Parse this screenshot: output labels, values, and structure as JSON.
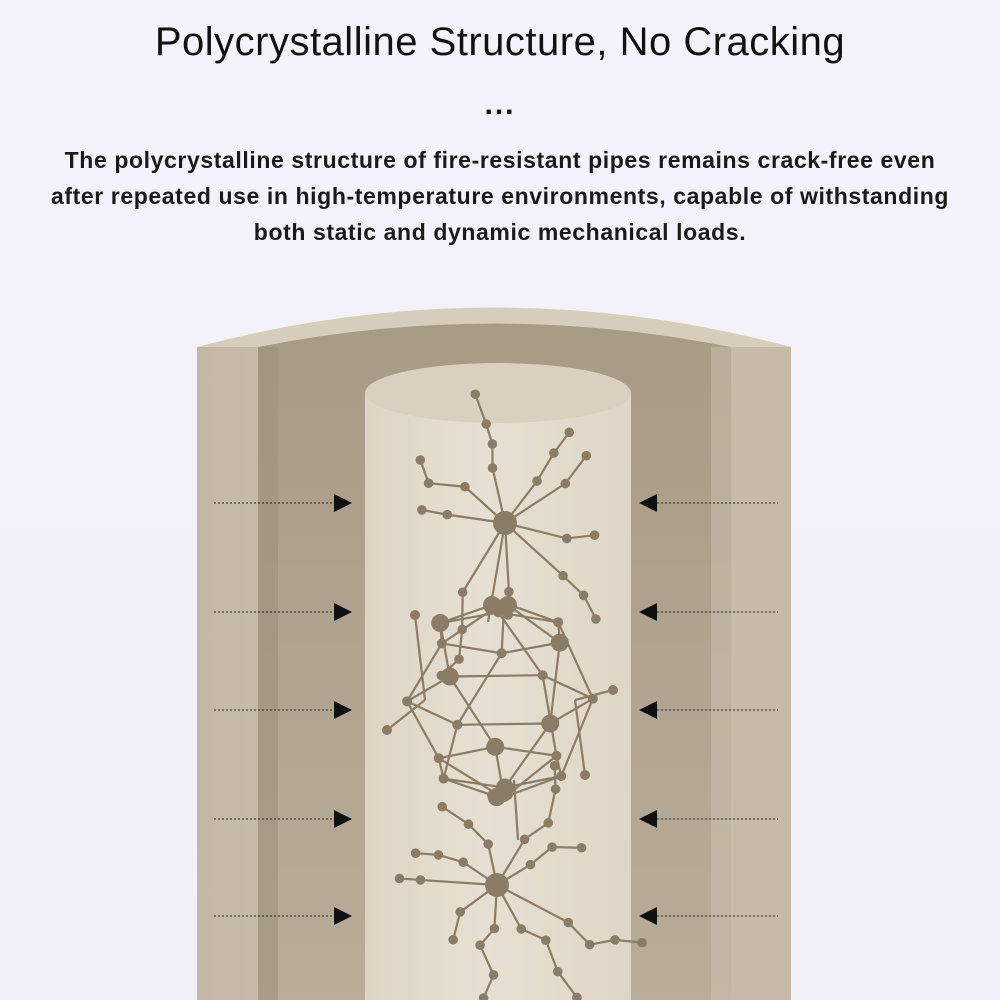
{
  "header": {
    "title": "Polycrystalline Structure, No Cracking",
    "ellipsis": "..."
  },
  "description": {
    "lines": [
      "The polycrystalline structure of fire-resistant pipes remains crack-free even",
      "after repeated use in high-temperature environments, capable of withstanding",
      "both static and dynamic mechanical loads."
    ]
  },
  "colors": {
    "background": "#f2f1f9",
    "pipe_outer": "#c7bca9",
    "pipe_top": "#d6ccbb",
    "inner_rod": "#e4dccd",
    "molecule": "#8a7c66",
    "arrow": "#111111"
  },
  "icons": [
    "pressure-arrow-icon",
    "molecule-node-icon"
  ]
}
